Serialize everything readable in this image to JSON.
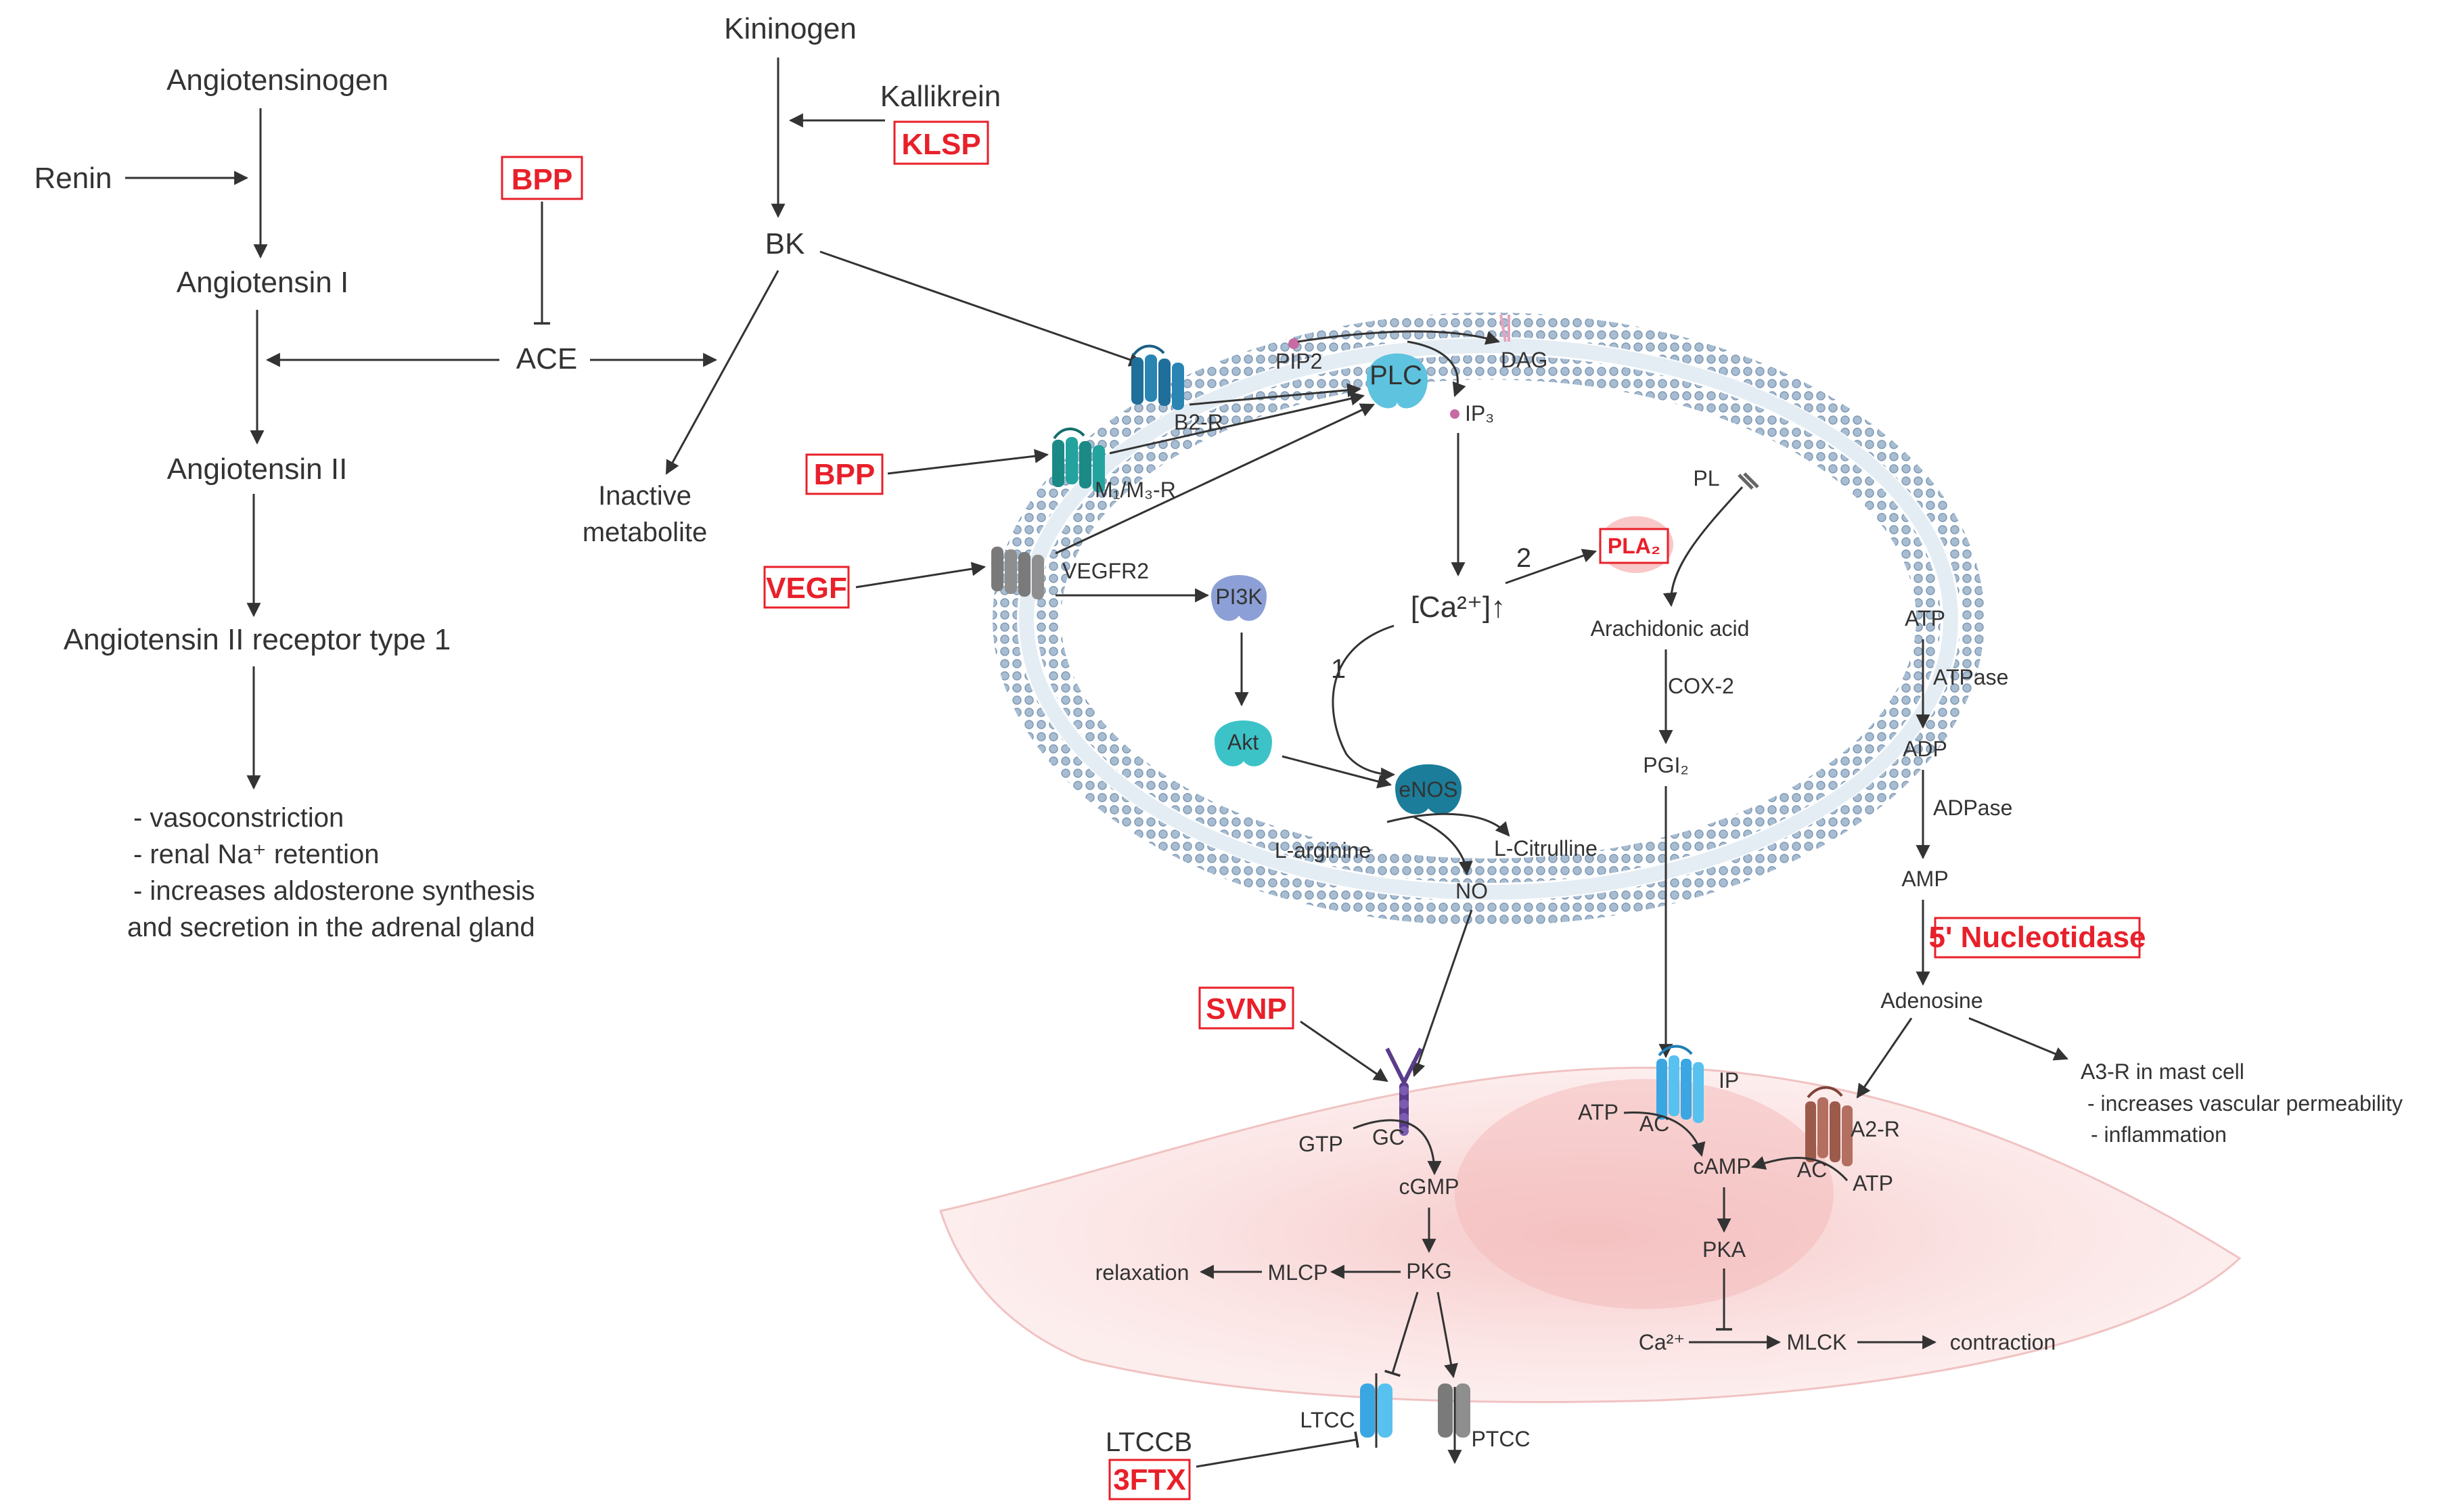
{
  "raas": {
    "angiotensinogen": "Angiotensinogen",
    "renin": "Renin",
    "angiotensin_i": "Angiotensin I",
    "angiotensin_ii": "Angiotensin II",
    "at1_receptor": "Angiotensin II receptor type 1",
    "ace": "ACE",
    "effects": [
      "- vasoconstriction",
      "- renal Na⁺ retention",
      "- increases aldosterone synthesis",
      "and secretion in the adrenal gland"
    ]
  },
  "kinin": {
    "kininogen": "Kininogen",
    "kallikrein": "Kallikrein",
    "bk": "BK",
    "inactive_1": "Inactive",
    "inactive_2": "metabolite"
  },
  "inhibitors": {
    "bpp_ace": "BPP",
    "klsp": "KLSP",
    "bpp_m": "BPP",
    "vegf": "VEGF",
    "svnp": "SVNP",
    "nucleotidase": "5' Nucleotidase",
    "ltccb": "LTCCB",
    "ftx": "3FTX",
    "pla2": "PLA₂"
  },
  "endothelium": {
    "pip2": "PIP2",
    "dag": "DAG",
    "plc": "PLC",
    "ip3": "IP₃",
    "b2r": "B2-R",
    "m1m3r": "M₁/M₃-R",
    "vegfr2": "VEGFR2",
    "pi3k": "PI3K",
    "akt": "Akt",
    "enos": "eNOS",
    "ca": "[Ca²⁺]↑",
    "step1": "1",
    "step2": "2",
    "pl": "PL",
    "arachidonic": "Arachidonic acid",
    "cox2": "COX-2",
    "pgi2": "PGI₂",
    "larginine": "L-arginine",
    "lcitrulline": "L-Citrulline",
    "no": "NO"
  },
  "purine": {
    "atp": "ATP",
    "atpase": "ATPase",
    "adp": "ADP",
    "adpase": "ADPase",
    "amp": "AMP",
    "adenosine": "Adenosine",
    "a3r": "A3-R in mast cell",
    "a3r_eff1": "- increases vascular permeability",
    "a3r_eff2": "- inflammation"
  },
  "smooth_muscle": {
    "gtp": "GTP",
    "gc": "GC",
    "cgmp": "cGMP",
    "pkg": "PKG",
    "mlcp": "MLCP",
    "relaxation": "relaxation",
    "ltcc": "LTCC",
    "ptcc": "PTCC",
    "ip": "IP",
    "atp_ac": "ATP",
    "ac1": "AC",
    "camp": "cAMP",
    "ac2": "AC",
    "a2r": "A2-R",
    "atp2": "ATP",
    "pka": "PKA",
    "ca2": "Ca²⁺",
    "mlck": "MLCK",
    "contraction": "contraction"
  },
  "colors": {
    "inhibitor_red": "#e8202a",
    "membrane": "#8aa4bf",
    "cell_pink": "#fbe2e2",
    "receptor_teal": "#1b8a86",
    "receptor_blue": "#1f6f9a",
    "receptor_gray": "#7a7a7a",
    "plc": "#5ec3df",
    "pi3k": "#8c9fd6",
    "akt": "#3cc3c7",
    "enos": "#1b7d9a",
    "ip_receptor": "#3aa7e2",
    "a2_receptor": "#9c5a4a",
    "gc_receptor": "#5a3d8a"
  }
}
